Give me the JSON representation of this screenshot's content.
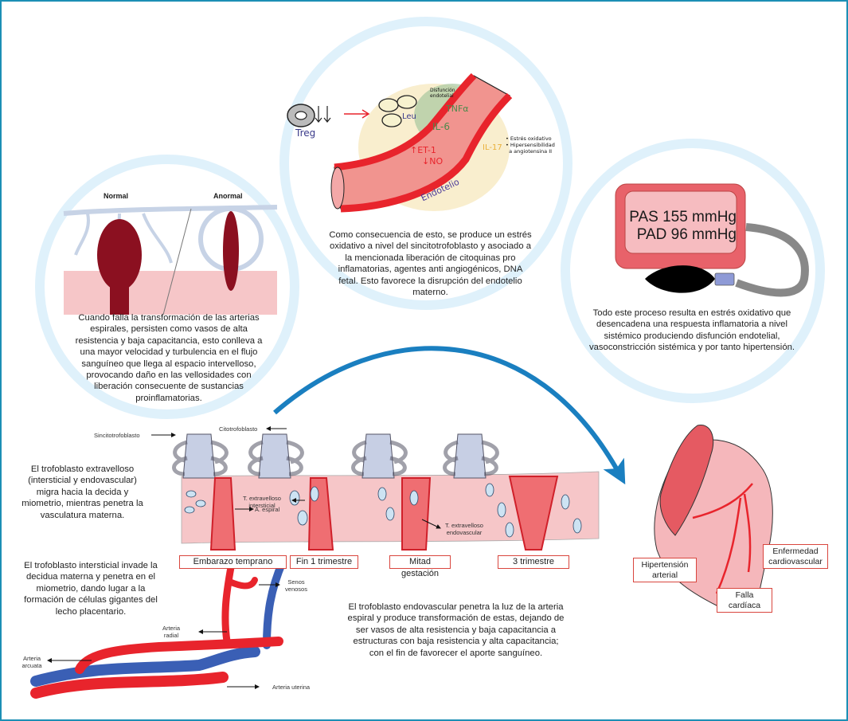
{
  "colors": {
    "frame": "#1c8fb5",
    "circle_ring": "#dff1fb",
    "arrow": "#1a7fc0",
    "artery_red": "#e8242c",
    "vein_blue": "#3a5fb5",
    "tissue_pink": "#f6c6c8",
    "villi": "#c7cfe4",
    "monitor_red": "#e8626a",
    "monitor_screen": "#f6bcc0"
  },
  "top_panel": {
    "treg_label": "Treg",
    "leu_label": "Leu",
    "endothelial_dysfunction_label": "Disfunción endotelial",
    "tnfa_label": "TNFα",
    "il6_label": "IL-6",
    "et1_label": "↑ET-1",
    "no_label": "↓NO",
    "il17_label": "IL-17",
    "endotelio_label": "Endotelio",
    "bullets": [
      "• Estrés oxidativo",
      "• Hipersensibilidad",
      "  a angiotensina II"
    ],
    "caption": "Como consecuencia de esto, se produce un estrés oxidativo a nivel del sincitotrofoblasto y asociado a la mencionada liberación de citoquinas pro inflamatorias, agentes anti angiogénicos, DNA fetal. Esto favorece la disrupción del endotelio materno."
  },
  "left_panel": {
    "normal_label": "Normal",
    "abnormal_label": "Anormal",
    "caption": "Cuando falla la transformación de las arterias espirales, persisten como vasos de alta resistencia y baja capacitancia, esto conlleva a una mayor velocidad y turbulencia en el flujo sanguíneo que llega al espacio intervelloso, provocando daño en las vellosidades con liberación consecuente de sustancias proinflamatorias."
  },
  "right_panel": {
    "pas_reading": "PAS 155 mmHg",
    "pad_reading": "PAD 96 mmHg",
    "caption": "Todo este proceso resulta en estrés oxidativo que desencadena una respuesta inflamatoria a nivel sistémico produciendo disfunción endotelial, vasoconstricción sistémica y por tanto hipertensión."
  },
  "placenta_panel": {
    "sincitotrofoblasto_label": "Sincitotrofoblasto",
    "citotrofoblasto_label": "Citotrofoblasto",
    "t_extravelloso_intersticial_label": "T. extravelloso intersticial",
    "a_espiral_label": "A. espiral",
    "t_extravelloso_endovascular_label": "T. extravelloso endovascular",
    "stages": [
      "Embarazo temprano",
      "Fin 1 trimestre",
      "Mitad gestación",
      "3 trimestre"
    ],
    "caption_extravillous": "El trofoblasto extravelloso (intersticial y endovascular) migra hacia la decida y miometrio, mientras penetra la vasculatura materna.",
    "caption_interstitial": "El trofoblasto intersticial invade la decidua materna y penetra en el miometrio, dando lugar a la formación de células gigantes del lecho placentario.",
    "caption_endovascular": "El trofoblasto endovascular penetra la luz de la arteria espiral y produce transformación de estas, dejando de ser vasos de alta resistencia y baja capacitancia a estructuras con baja resistencia y alta capacitancia; con el fin de favorecer el aporte sanguíneo."
  },
  "vessels_panel": {
    "senos_venosos_label": "Senos venosos",
    "arteria_radial_label": "Arteria radial",
    "arteria_arcuata_label": "Arteria arcuata",
    "arteria_uterina_label": "Arteria uterina"
  },
  "heart_panel": {
    "hypertension_label": "Hipertensión arterial",
    "cardiovascular_label": "Enfermedad cardiovascular",
    "heart_failure_label": "Falla cardíaca"
  }
}
